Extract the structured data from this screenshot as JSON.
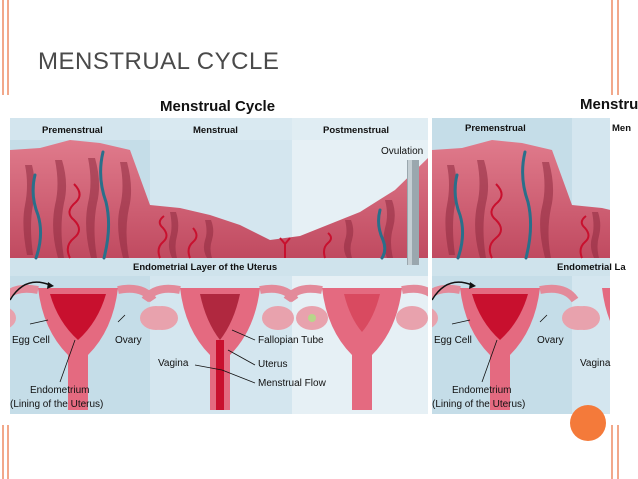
{
  "slide": {
    "title": "MENSTRUAL CYCLE"
  },
  "diagram": {
    "title": "Menstrual Cycle",
    "title_repeat": "Menstru",
    "phases": [
      "Premenstrual",
      "Menstrual",
      "Postmenstrual"
    ],
    "phases_repeat": [
      "Premenstrual",
      "Men"
    ],
    "ovulation": "Ovulation",
    "layer_label": "Endometrial Layer of the Uterus",
    "layer_label_repeat": "Endometrial La",
    "labels": {
      "egg_cell": "Egg Cell",
      "ovary": "Ovary",
      "endometrium": "Endometrium",
      "lining": "(Lining of the Uterus)",
      "fallopian_tube": "Fallopian Tube",
      "vagina": "Vagina",
      "uterus": "Uterus",
      "menstrual_flow": "Menstrual Flow"
    },
    "labels_repeat": {
      "egg_cell": "Egg Cell",
      "ovary": "Ovary",
      "endometrium": "Endometrium",
      "lining": "(Lining of the Uterus)",
      "vagina": "Vagina"
    }
  },
  "colors": {
    "tissue": "#d9677a",
    "tissue_dark": "#b83a52",
    "vein": "#2a6f8a",
    "artery": "#c8102e",
    "panel_blue": "#c9dfe9",
    "panel_light": "#e4eef4",
    "accent": "#f47a3a"
  }
}
